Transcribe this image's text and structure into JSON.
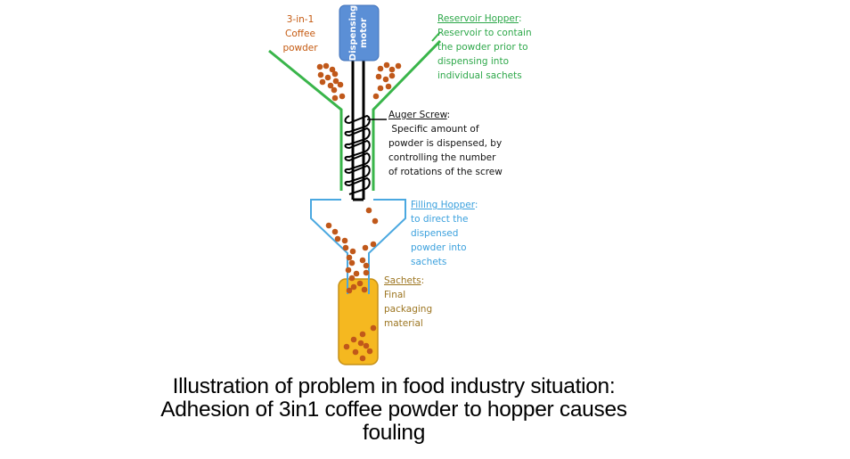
{
  "diagram": {
    "components": {
      "motor": {
        "lines": [
          "Dispensing",
          "motor"
        ],
        "color": "#5b8fd6"
      },
      "reservoir_hopper": {
        "color": "#39b54a"
      },
      "auger_screw": {
        "color": "#000000"
      },
      "filling_hopper": {
        "color": "#4aa8e0"
      },
      "sachet": {
        "color": "#f5b820",
        "border": "#c59018"
      },
      "powder": {
        "color": "#c0581a"
      }
    },
    "labels": {
      "coffee": {
        "lines": [
          "3-in-1",
          "Coffee",
          "powder"
        ],
        "color": "#c55a11"
      },
      "reservoir": {
        "title": "Reservoir Hopper",
        "lines": [
          "Reservoir to contain",
          "the powder prior to",
          "dispensing into",
          "individual sachets"
        ],
        "color": "#2ea84a"
      },
      "auger": {
        "title": "Auger Screw",
        "lines": [
          " Specific amount of",
          "powder is dispensed, by",
          "controlling the number",
          "of rotations of the screw"
        ],
        "color": "#111111"
      },
      "filling": {
        "title": "Filling Hopper",
        "lines": [
          "to direct the",
          "dispensed",
          "powder into",
          "sachets"
        ],
        "color": "#3aa0dd"
      },
      "sachet": {
        "title": "Sachets",
        "lines": [
          "Final",
          "packaging",
          "material"
        ],
        "color": "#9c7520"
      }
    }
  },
  "caption": {
    "lines": [
      "Illustration of problem in food industry situation:",
      "Adhesion of 3in1 coffee powder to hopper causes",
      "fouling"
    ]
  }
}
